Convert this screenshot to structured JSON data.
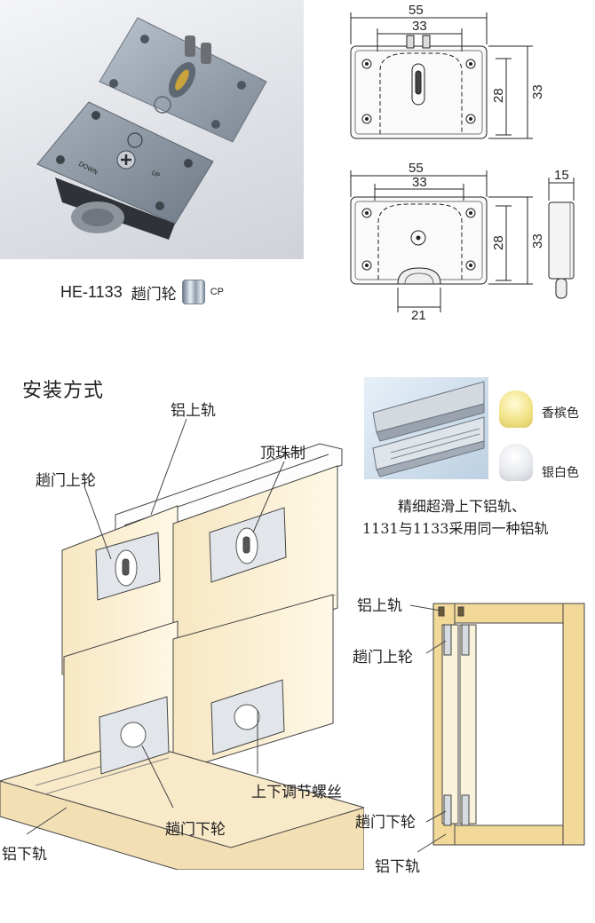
{
  "product": {
    "model": "HE-1133",
    "name": "趟门轮",
    "finish": "CP"
  },
  "drawing_top": {
    "width_outer": "55",
    "width_inner": "33",
    "height_inner": "28",
    "height_outer": "33"
  },
  "drawing_bottom": {
    "width_outer": "55",
    "width_inner": "33",
    "height_inner": "28",
    "height_outer": "33",
    "wheel_width": "21"
  },
  "drawing_side": {
    "thickness": "15"
  },
  "plate_marks": {
    "down": "DOWN",
    "up": "UP"
  },
  "install": {
    "title": "安装方式",
    "labels": {
      "top_rail": "铝上轨",
      "ball_control": "顶珠制",
      "upper_wheel": "趟门上轮",
      "adjust_screw": "上下调节螺丝",
      "lower_wheel": "趟门下轮",
      "bottom_rail": "铝下轨"
    }
  },
  "rails": {
    "colors": [
      {
        "name": "香槟色",
        "hex": "#f2e48a"
      },
      {
        "name": "银白色",
        "hex": "#e8eaee"
      }
    ],
    "caption_line1": "精细超滑上下铝轨、",
    "caption_line2": "1131与1133采用同一种铝轨"
  },
  "section": {
    "top_rail": "铝上轨",
    "upper_wheel": "趟门上轮",
    "lower_wheel": "趟门下轮",
    "bottom_rail": "铝下轨"
  }
}
